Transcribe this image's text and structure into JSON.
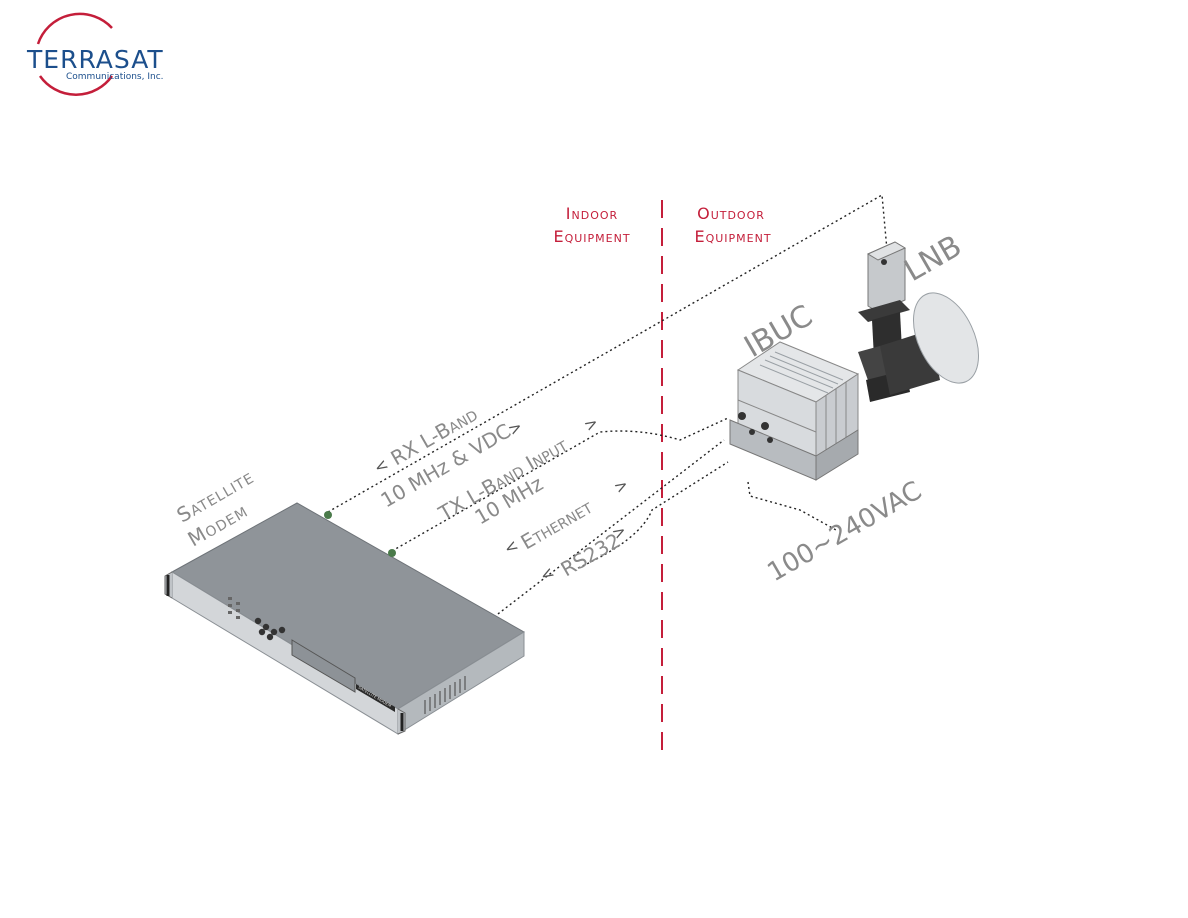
{
  "logo": {
    "name": "TERRASAT",
    "subtitle": "Communications, Inc."
  },
  "zones": {
    "indoor": [
      "Indoor",
      "Equipment"
    ],
    "outdoor": [
      "Outdoor",
      "Equipment"
    ]
  },
  "devices": {
    "modem": [
      "Satellite",
      "Modem"
    ],
    "ibuc": "IBUC",
    "lnb": "LNB",
    "modem_badge": "SATELLITE MODEM"
  },
  "links": {
    "rx_line1": "RX L-Band",
    "rx_line2": "10 MHz & VDC",
    "tx_line1": "TX L-Band Input",
    "tx_line2": "10 MHz",
    "ethernet": "Ethernet",
    "rs232": "RS232",
    "power": "100~240VAC"
  },
  "colors": {
    "accent": "#c41e3a",
    "label_gray": "#8a8a8a",
    "logo_blue": "#1c4f8c",
    "device_body": "#8f9499"
  },
  "icons": [
    "arrow-left-icon",
    "arrow-right-icon",
    "dish-icon"
  ]
}
